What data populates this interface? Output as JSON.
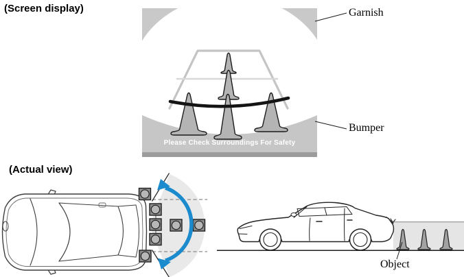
{
  "screen_display": {
    "title": "(Screen display)",
    "safety_message": "Please Check Surroundings For Safety",
    "callouts": [
      "Garnish",
      "Bumper"
    ],
    "cones_visible": 5,
    "guide_lines": "rear parking guide lines with distance line"
  },
  "actual_view": {
    "title": "(Actual view)",
    "callouts": [
      "Object"
    ],
    "object_markers": 7,
    "cones_visible": 3
  },
  "colors": {
    "arrow_blue": "#1c8bcd",
    "garnish_gray": "#c9c9c9",
    "bumper_gray": "#c6c6c6",
    "bumper_strip_gray": "#9c9c9c",
    "cone_gray": "#b4b4b4",
    "side_cone_gray": "#a2a2a2",
    "detection_zone_gray": "#e9e9e9",
    "rear_strip_gray": "#e5e5e5",
    "guide_line_gray": "#c4c4c4",
    "distance_line_black": "#141414",
    "marker_square_gray": "#8d8d8d",
    "marker_circle_gray": "#b7b7b7"
  }
}
